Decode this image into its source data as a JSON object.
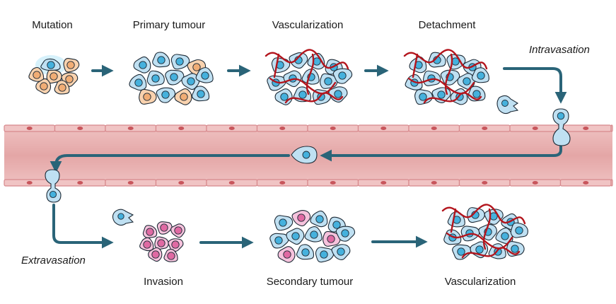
{
  "labels": {
    "mutation": "Mutation",
    "primary_tumour": "Primary tumour",
    "vascularization_1": "Vascularization",
    "detachment": "Detachment",
    "intravasation": "Intravasation",
    "extravasation": "Extravasation",
    "invasion": "Invasion",
    "secondary_tumour": "Secondary tumour",
    "vascularization_2": "Vascularization"
  },
  "colors": {
    "blue_cell": "#bfe0f2",
    "blue_nucleus": "#45b1dd",
    "orange_cell": "#f9d2ae",
    "orange_nucleus": "#f1ad75",
    "pink_cell": "#f6c2dc",
    "pink_nucleus": "#e06aa3",
    "vessel_fill": "#eab2b2",
    "vessel_wall": "#d7888c",
    "capillary": "#b3141c",
    "arrow": "#2a6478",
    "outline": "#1d2a36"
  }
}
